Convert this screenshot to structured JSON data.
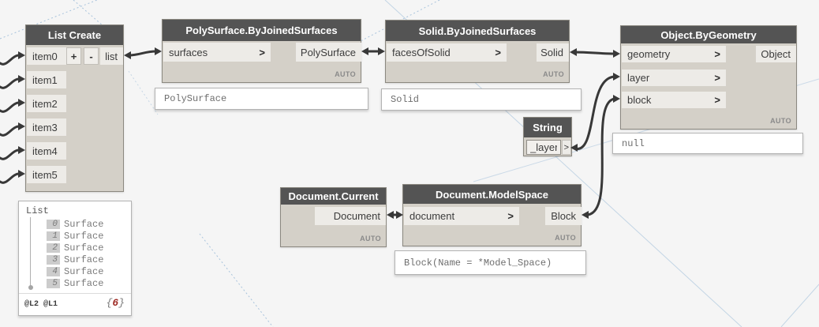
{
  "nodes": {
    "list_create": {
      "title": "List Create",
      "inputs": [
        "item0",
        "item1",
        "item2",
        "item3",
        "item4",
        "item5"
      ],
      "add": "+",
      "remove": "-",
      "output": "list"
    },
    "polysurface": {
      "title": "PolySurface.ByJoinedSurfaces",
      "input": "surfaces",
      "output": "PolySurface",
      "mode": "AUTO",
      "preview": "PolySurface"
    },
    "solid": {
      "title": "Solid.ByJoinedSurfaces",
      "input": "facesOfSolid",
      "output": "Solid",
      "mode": "AUTO",
      "preview": "Solid"
    },
    "object": {
      "title": "Object.ByGeometry",
      "inputs": [
        "geometry",
        "layer",
        "block"
      ],
      "output": "Object",
      "mode": "AUTO",
      "preview": "null"
    },
    "string": {
      "title": "String",
      "value": "_layer",
      "output": ">"
    },
    "doc_current": {
      "title": "Document.Current",
      "output": "Document",
      "mode": "AUTO"
    },
    "doc_modelspace": {
      "title": "Document.ModelSpace",
      "input": "document",
      "output": "Block",
      "mode": "AUTO",
      "preview": "Block(Name = *Model_Space)"
    }
  },
  "glyphs": {
    "chevron": ">"
  },
  "list_preview": {
    "root": "List",
    "rows": [
      {
        "i": "0",
        "v": "Surface"
      },
      {
        "i": "1",
        "v": "Surface"
      },
      {
        "i": "2",
        "v": "Surface"
      },
      {
        "i": "3",
        "v": "Surface"
      },
      {
        "i": "4",
        "v": "Surface"
      },
      {
        "i": "5",
        "v": "Surface"
      }
    ],
    "levels": "@L2 @L1",
    "brace_open": "{",
    "count": "6",
    "brace_close": "}"
  },
  "colors": {
    "canvas": "#f5f5f5",
    "node_header": "#545454",
    "node_body": "#d4d0c8",
    "port_cell": "#edebe7",
    "wire": "#383838",
    "grid_guide": "#a8c3dc",
    "auto_badge": "#8a8a8a",
    "count_accent": "#9e2b25"
  }
}
